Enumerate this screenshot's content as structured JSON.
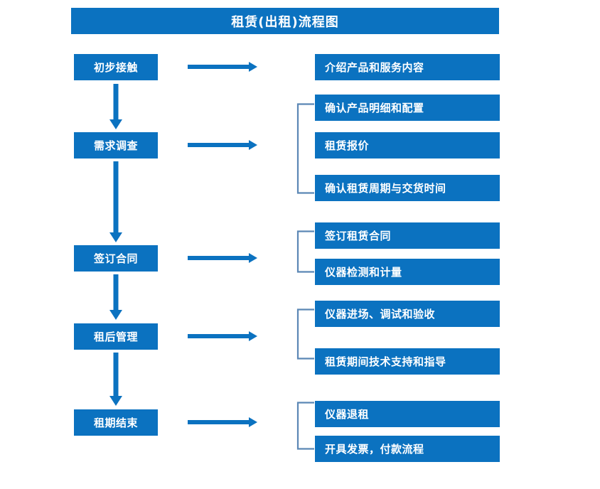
{
  "diagram": {
    "title": "租赁(出租)流程图",
    "colors": {
      "box_fill": "#0b72c0",
      "box_text": "#ffffff",
      "arrow": "#0b72c0",
      "bracket": "#5b87b5",
      "background": "#ffffff"
    },
    "stages": [
      {
        "id": "stage-1",
        "label": "初步接触",
        "details": [
          "介绍产品和服务内容"
        ],
        "has_bracket": false
      },
      {
        "id": "stage-2",
        "label": "需求调查",
        "details": [
          "确认产品明细和配置",
          "租赁报价",
          "确认租赁周期与交货时间"
        ],
        "has_bracket": true
      },
      {
        "id": "stage-3",
        "label": "签订合同",
        "details": [
          "签订租赁合同",
          "仪器检测和计量"
        ],
        "has_bracket": true
      },
      {
        "id": "stage-4",
        "label": "租后管理",
        "details": [
          "仪器进场、调试和验收",
          "租赁期间技术支持和指导"
        ],
        "has_bracket": true
      },
      {
        "id": "stage-5",
        "label": "租期结束",
        "details": [
          "仪器退租",
          "开具发票，付款流程"
        ],
        "has_bracket": true
      }
    ],
    "detail_boxes": [
      "介绍产品和服务内容",
      "确认产品明细和配置",
      "租赁报价",
      "确认租赁周期与交货时间",
      "签订租赁合同",
      "仪器检测和计量",
      "仪器进场、调试和验收",
      "租赁期间技术支持和指导",
      "仪器退租",
      "开具发票，付款流程"
    ]
  }
}
